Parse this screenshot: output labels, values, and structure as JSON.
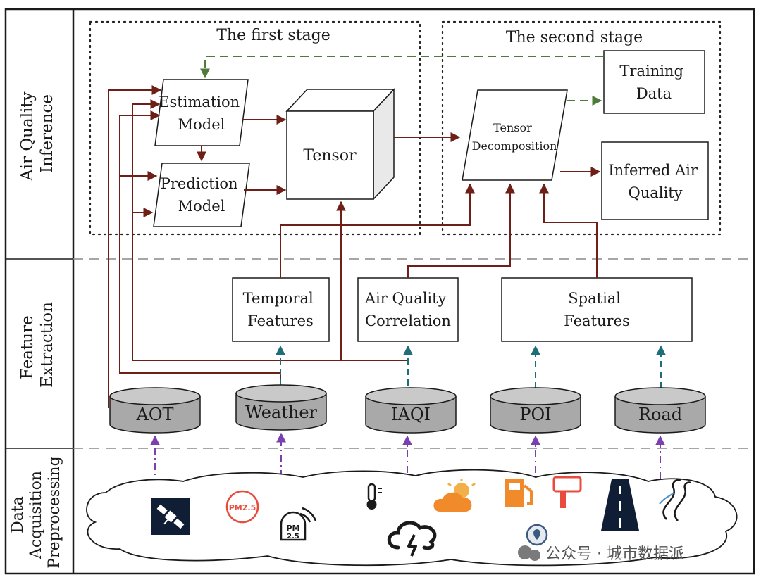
{
  "rows": {
    "inference": [
      "Air Quality",
      "Inference"
    ],
    "extraction": [
      "Feature",
      "Extraction"
    ],
    "acquisition": [
      "Data",
      "Acquisition",
      "Preprocessing"
    ]
  },
  "stages": {
    "first": "The first stage",
    "second": "The second stage"
  },
  "models": {
    "estimation": [
      "Estimation",
      "Model"
    ],
    "prediction": [
      "Prediction",
      "Model"
    ],
    "tensor": "Tensor",
    "decomposition": [
      "Tensor",
      "Decomposition"
    ]
  },
  "outputs": {
    "training": [
      "Training",
      "Data"
    ],
    "inferred": [
      "Inferred Air",
      "Quality"
    ]
  },
  "features": {
    "temporal": [
      "Temporal",
      "Features"
    ],
    "correlation": [
      "Air Quality",
      "Correlation"
    ],
    "spatial": [
      "Spatial",
      "Features"
    ]
  },
  "sources": [
    "AOT",
    "Weather",
    "IAQI",
    "POI",
    "Road"
  ],
  "icons": {
    "pm25": "PM2.5",
    "pm": "PM",
    "pm_sub": "2.5"
  },
  "watermark": "公众号 · 城市数据派",
  "colors": {
    "arrow_red": "#6e1f17",
    "arrow_green": "#4e7a3a",
    "arrow_teal": "#1f6d78",
    "arrow_purple": "#7b3fb0",
    "cylinder": "#a9a9a9",
    "orange": "#f08a2a"
  }
}
